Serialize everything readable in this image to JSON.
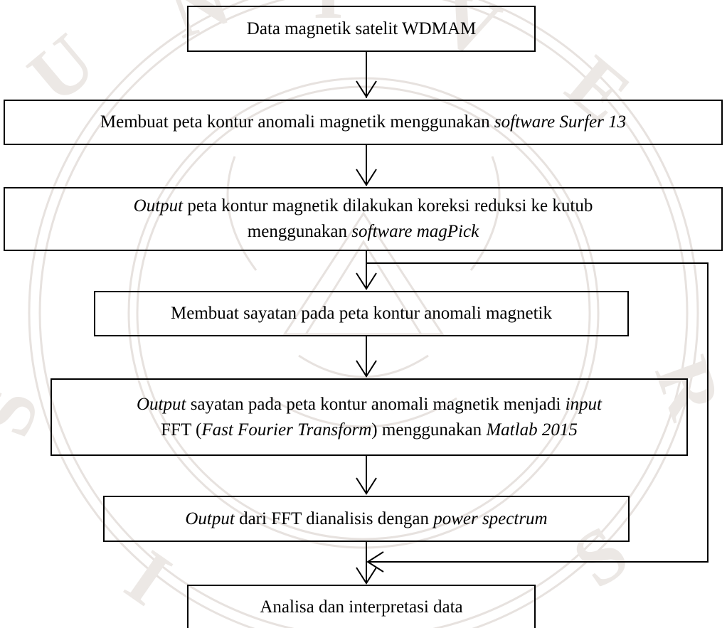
{
  "flowchart": {
    "watermark_color": "#e7e2df",
    "line_color": "#000000",
    "box1": {
      "text": "Data magnetik satelit WDMAM"
    },
    "box2": {
      "text": "Membuat peta kontur anomali magnetik menggunakan ",
      "italic": "software Surfer 13"
    },
    "box3": {
      "line1_italic": "Output",
      "line1_text": " peta kontur magnetik dilakukan koreksi reduksi ke kutub",
      "line2_text": "menggunakan ",
      "line2_italic": "software magPick"
    },
    "box4": {
      "text": "Membuat sayatan pada peta kontur anomali magnetik"
    },
    "box5": {
      "line1_italic_a": "Output",
      "line1_text": " sayatan pada peta kontur anomali magnetik menjadi ",
      "line1_italic_b": "input",
      "line2_text_a": "FFT (",
      "line2_italic_a": "Fast Fourier Transform",
      "line2_text_b": ") menggunakan ",
      "line2_italic_b": "Matlab 2015"
    },
    "box6": {
      "italic_a": "Output",
      "text": " dari FFT dianalisis dengan ",
      "italic_b": "power spectrum"
    },
    "box7": {
      "text": "Analisa dan interpretasi data"
    }
  }
}
